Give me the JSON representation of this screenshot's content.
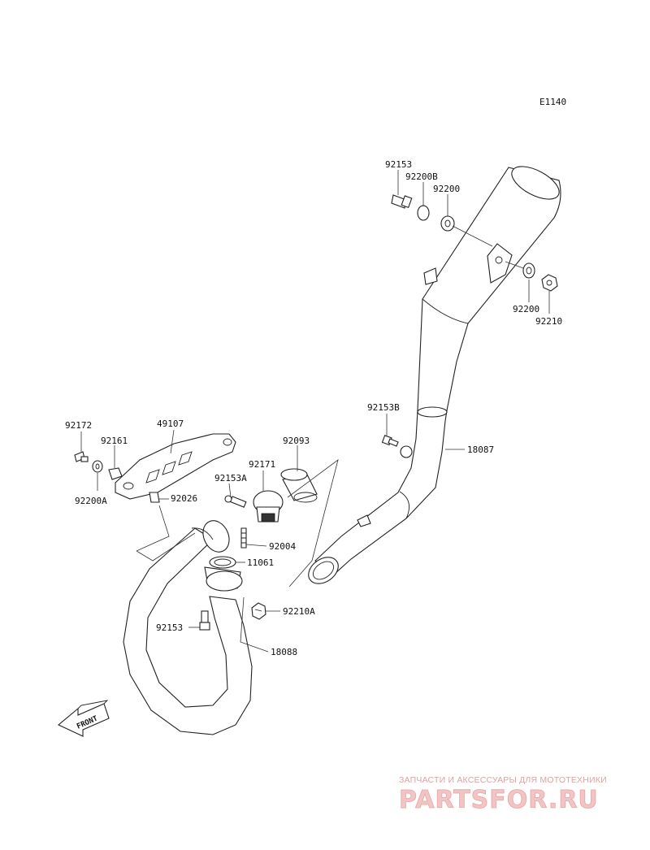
{
  "diagram": {
    "ref_code": "E1140",
    "labels": {
      "p92153_top": "92153",
      "p92200B": "92200B",
      "p92200_top": "92200",
      "p92200_right": "92200",
      "p92210": "92210",
      "p92153B": "92153B",
      "p18087": "18087",
      "p92172": "92172",
      "p49107": "49107",
      "p92161": "92161",
      "p92200A": "92200A",
      "p92026": "92026",
      "p92093": "92093",
      "p92171": "92171",
      "p92153A": "92153A",
      "p92004": "92004",
      "p11061": "11061",
      "p92210A": "92210A",
      "p92153_bottom": "92153",
      "p18088": "18088"
    },
    "front_label": "FRONT"
  },
  "watermark": {
    "tagline": "ЗАПЧАСТИ И АКСЕССУАРЫ ДЛЯ МОТОТЕХНИКИ",
    "brand": "PARTSFOR.RU"
  }
}
